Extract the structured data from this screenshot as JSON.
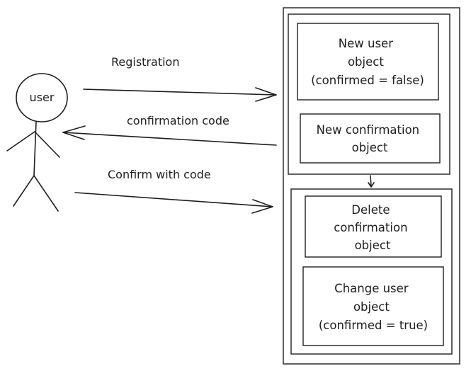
{
  "actor": {
    "label": "user"
  },
  "messages": {
    "registration": "Registration",
    "confirmation_code": "confirmation code",
    "confirm_with_code": "Confirm with code"
  },
  "group_top": {
    "new_user": [
      "New user",
      "object",
      "(confirmed = false)"
    ],
    "new_confirmation": [
      "New confirmation",
      "object"
    ]
  },
  "group_bottom": {
    "delete_confirmation": [
      "Delete",
      "confirmation",
      "object"
    ],
    "change_user": [
      "Change user",
      "object",
      "(confirmed = true)"
    ]
  }
}
